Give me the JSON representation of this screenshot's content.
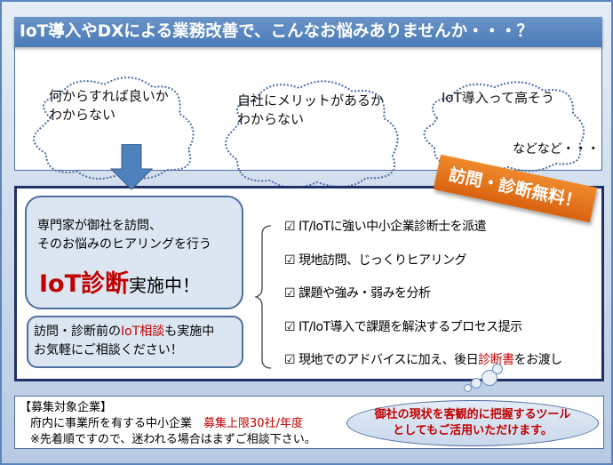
{
  "header": {
    "title": "IoT導入やDXによる業務改善で、こんなお悩みありませんか・・・？"
  },
  "worries": [
    {
      "line1": "何からすれば良いか",
      "line2": "わからない"
    },
    {
      "line1": "自社にメリットがあるか",
      "line2": "わからない"
    },
    {
      "line1": "IoT導入って高そう"
    }
  ],
  "etc": "などなど・・・",
  "badge": "訪問・診断無料！",
  "diagnosis": {
    "line1": "専門家が御社を訪問、",
    "line2": "そのお悩みのヒアリングを行う",
    "highlight": "IoT診断",
    "suffix": "実施中！"
  },
  "consult": {
    "prefix": "訪問・診断前の",
    "highlight": "IoT相談",
    "suffix": "も実施中",
    "line2": "お気軽にご相談ください！"
  },
  "checklist": [
    {
      "text": "☑ IT/IoTに強い中小企業診断士を派遣"
    },
    {
      "text": "☑ 現地訪問、じっくりヒアリング"
    },
    {
      "text": "☑ 課題や強み・弱みを分析"
    },
    {
      "text": "☑ IT/IoT導入で課題を解決するプロセス提示"
    },
    {
      "text": "☑ 現地でのアドバイスに加え、後日",
      "highlight": "診断書",
      "suffix": "をお渡し"
    }
  ],
  "recruit": {
    "title": "【募集対象企業】",
    "target": "府内に事業所を有する中小企業",
    "limit": "募集上限30社/年度",
    "note": "※先着順ですので、迷われる場合はまずご相談下さい。"
  },
  "callout": {
    "line1": "御社の現状を客観的に把握するツール",
    "line2": "としてもご活用いただけます。"
  },
  "colors": {
    "accent": "#4f81bd",
    "red": "#c00000",
    "orange": "#e46c0a",
    "navy": "#1f3268"
  }
}
